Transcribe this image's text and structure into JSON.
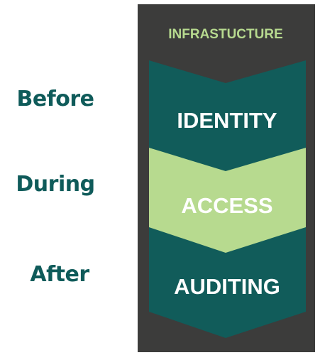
{
  "header": {
    "label": "INFRASTUCTURE"
  },
  "phases": [
    {
      "label": "Before"
    },
    {
      "label": "During"
    },
    {
      "label": "After"
    }
  ],
  "stages": [
    {
      "label": "IDENTITY",
      "fill": "#115c5a",
      "text_color": "#ffffff"
    },
    {
      "label": "ACCESS",
      "fill": "#b7da8f",
      "text_color": "#ffffff"
    },
    {
      "label": "AUDITING",
      "fill": "#115c5a",
      "text_color": "#ffffff"
    }
  ],
  "colors": {
    "panel": "#3c3c3b",
    "header_text": "#b7da8f",
    "phase_text": "#0f5b5a"
  }
}
